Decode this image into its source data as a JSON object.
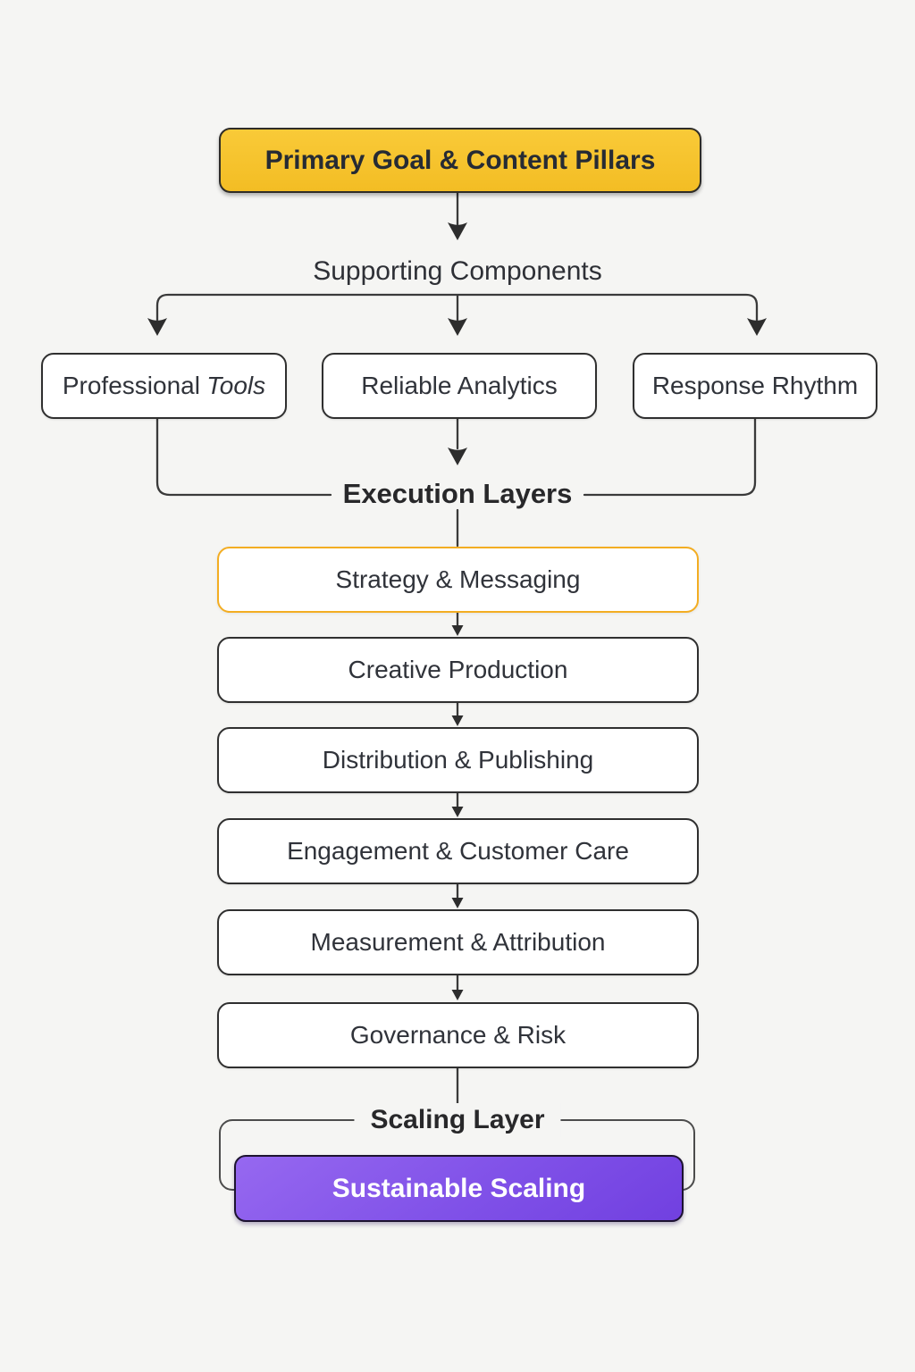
{
  "page": {
    "background": "#f5f5f3"
  },
  "colors": {
    "primary_node_fill": "#f6c32e",
    "primary_node_border": "#2e2c27",
    "node_border": "#2f2f2f",
    "highlight_border": "#f3ad22",
    "scaling_node_fill": "#7d4ae4",
    "scaling_node_border": "#1d1330",
    "connector": "#3a3a3a",
    "text_dark": "#2b2e35",
    "text_on_purple": "#ffffff"
  },
  "diagram": {
    "primary": {
      "label": "Primary Goal & Content Pillars"
    },
    "supporting": {
      "title": "Supporting Components",
      "items": [
        {
          "label": "Professional Tools",
          "label_main": "Professional",
          "label_em": "Tools"
        },
        {
          "label": "Reliable Analytics"
        },
        {
          "label": "Response Rhythm"
        }
      ]
    },
    "execution": {
      "title": "Execution Layers",
      "layers": [
        {
          "label": "Strategy & Messaging",
          "highlighted": true
        },
        {
          "label": "Creative Production"
        },
        {
          "label": "Distribution & Publishing"
        },
        {
          "label": "Engagement & Customer Care"
        },
        {
          "label": "Measurement & Attribution"
        },
        {
          "label": "Governance & Risk"
        }
      ]
    },
    "scaling": {
      "title": "Scaling Layer",
      "node": {
        "label": "Sustainable Scaling"
      }
    }
  }
}
